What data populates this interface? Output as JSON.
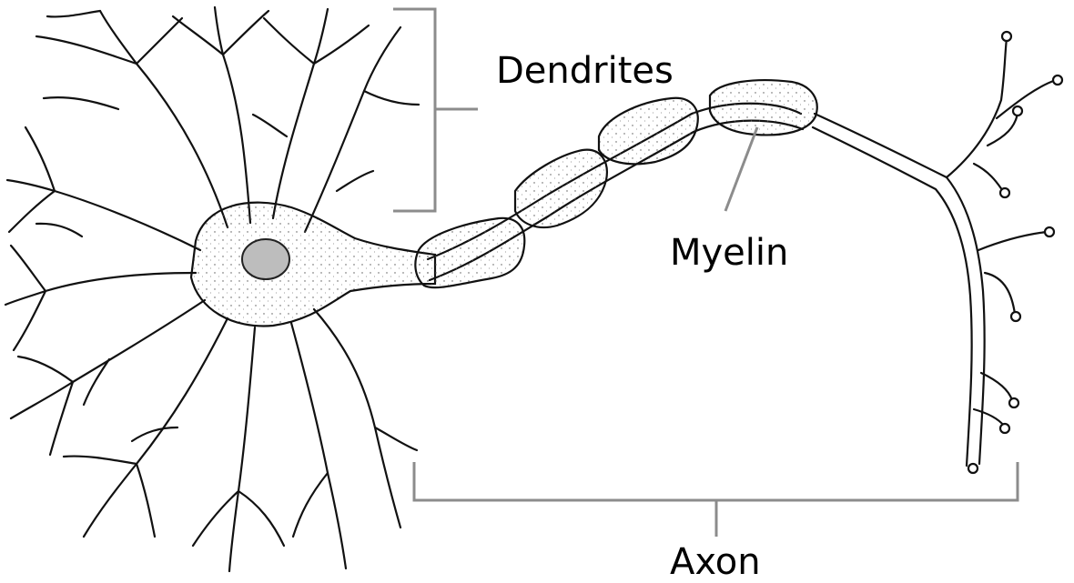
{
  "labels": {
    "dendrites": "Dendrites",
    "myelin": "Myelin",
    "axon": "Axon"
  },
  "colors": {
    "ink": "#000000",
    "leader": "#8c8c8c",
    "background": "#ffffff"
  }
}
